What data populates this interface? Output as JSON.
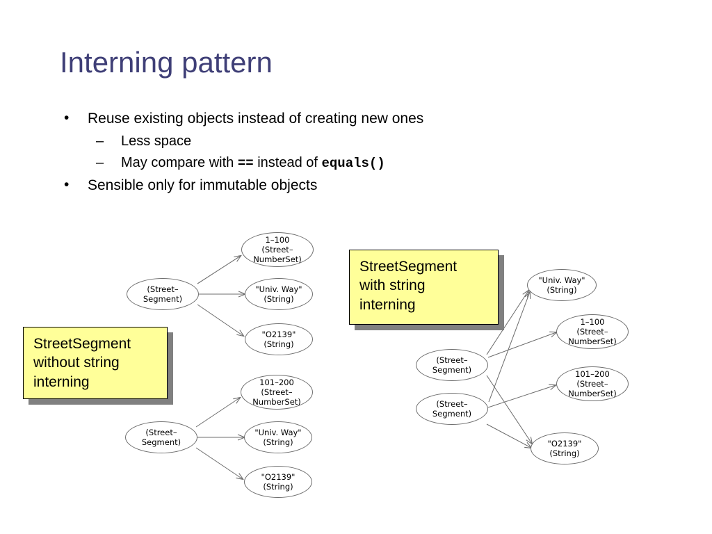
{
  "slide": {
    "title": "Interning pattern",
    "title_color": "#3f3f77",
    "background": "#ffffff"
  },
  "bullets": [
    {
      "level": 1,
      "marker": "•",
      "text": "Reuse existing objects instead of creating new ones"
    },
    {
      "level": 2,
      "marker": "–",
      "text": "Less space"
    },
    {
      "level": 2,
      "marker": "–",
      "text_before": "May compare with ",
      "code1": "==",
      "text_middle": " instead of ",
      "code2": "equals()"
    },
    {
      "level": 1,
      "marker": "•",
      "text": "Sensible only for immutable objects"
    }
  ],
  "callouts": {
    "without": {
      "text": "StreetSegment\nwithout string\ninterning",
      "fill": "#ffff99",
      "border": "#000000",
      "shadow": "#808080"
    },
    "with": {
      "text": "StreetSegment\nwith string\ninterning",
      "fill": "#ffff99",
      "border": "#000000",
      "shadow": "#808080"
    }
  },
  "diagram_left": {
    "caption_ref": "without",
    "nodes": [
      {
        "id": "L-seg1",
        "label": "(Street–\nSegment)",
        "lines": 2
      },
      {
        "id": "L-num1",
        "label": "1–100\n(Street–\nNumberSet)",
        "lines": 3
      },
      {
        "id": "L-str1a",
        "label": "\"Univ. Way\"\n(String)",
        "lines": 2
      },
      {
        "id": "L-str1b",
        "label": "\"O2139\"\n(String)",
        "lines": 2
      },
      {
        "id": "L-seg2",
        "label": "(Street–\nSegment)",
        "lines": 2
      },
      {
        "id": "L-num2",
        "label": "101–200\n(Street–\nNumberSet)",
        "lines": 3
      },
      {
        "id": "L-str2a",
        "label": "\"Univ. Way\"\n(String)",
        "lines": 2
      },
      {
        "id": "L-str2b",
        "label": "\"O2139\"\n(String)",
        "lines": 2
      }
    ],
    "edges": [
      {
        "from": "L-seg1",
        "to": "L-num1"
      },
      {
        "from": "L-seg1",
        "to": "L-str1a"
      },
      {
        "from": "L-seg1",
        "to": "L-str1b"
      },
      {
        "from": "L-seg2",
        "to": "L-num2"
      },
      {
        "from": "L-seg2",
        "to": "L-str2a"
      },
      {
        "from": "L-seg2",
        "to": "L-str2b"
      }
    ]
  },
  "diagram_right": {
    "caption_ref": "with",
    "nodes": [
      {
        "id": "R-seg1",
        "label": "(Street–\nSegment)",
        "lines": 2
      },
      {
        "id": "R-seg2",
        "label": "(Street–\nSegment)",
        "lines": 2
      },
      {
        "id": "R-str1",
        "label": "\"Univ. Way\"\n(String)",
        "lines": 2
      },
      {
        "id": "R-num1",
        "label": "1–100\n(Street–\nNumberSet)",
        "lines": 3
      },
      {
        "id": "R-num2",
        "label": "101–200\n(Street–\nNumberSet)",
        "lines": 3
      },
      {
        "id": "R-str2",
        "label": "\"O2139\"\n(String)",
        "lines": 2
      }
    ],
    "edges": [
      {
        "from": "R-seg1",
        "to": "R-num1"
      },
      {
        "from": "R-seg1",
        "to": "R-str1"
      },
      {
        "from": "R-seg1",
        "to": "R-str2"
      },
      {
        "from": "R-seg2",
        "to": "R-num2"
      },
      {
        "from": "R-seg2",
        "to": "R-str1"
      },
      {
        "from": "R-seg2",
        "to": "R-str2"
      }
    ]
  }
}
